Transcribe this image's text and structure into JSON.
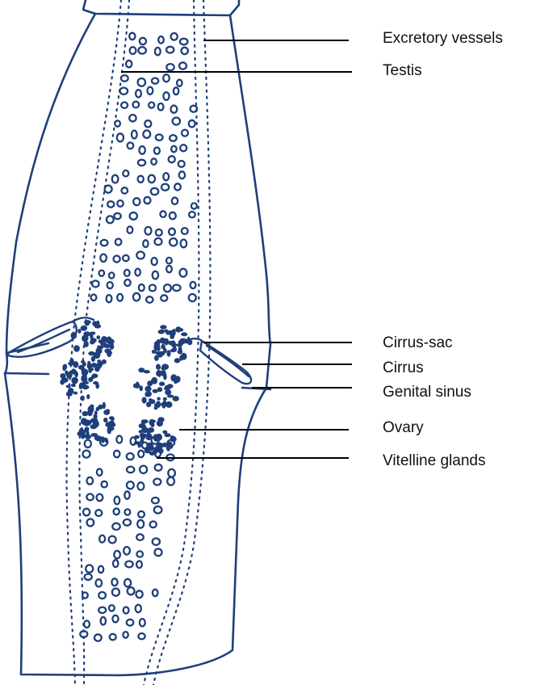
{
  "labels": {
    "excretory_vessels": "Excretory vessels",
    "testis": "Testis",
    "cirrus_sac": "Cirrus-sac",
    "cirrus": "Cirrus",
    "genital_sinus": "Genital sinus",
    "ovary": "Ovary",
    "vitelline_glands": "Vitelline glands"
  },
  "colors": {
    "drawing": "#1f3f7a",
    "leader": "#000000",
    "text": "#111111"
  }
}
